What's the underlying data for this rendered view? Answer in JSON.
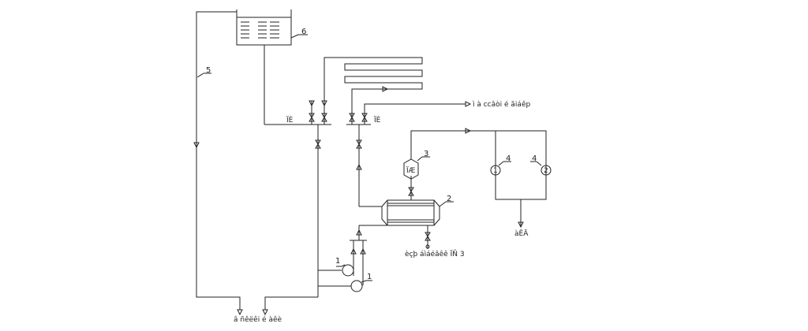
{
  "diagram": {
    "numbers": {
      "n1a": "1",
      "n1b": "1",
      "n2": "2",
      "n3": "3",
      "n4a": "4",
      "n4b": "4",
      "n5": "5",
      "n6": "6"
    },
    "pump_marks": {
      "p1": "1",
      "p2": "2"
    },
    "labels": {
      "ie_left": "ÏÈ",
      "ie_right": "ÏÈ",
      "to_consumer": "ì à ccâòi é ãiáêp",
      "to_sewer": "àÊÄ",
      "drain": "èçþ áìáéâêê ÏÑ 3",
      "bottom": "â ñêëêi é àêè",
      "heater_label": "ÏÆ"
    }
  }
}
